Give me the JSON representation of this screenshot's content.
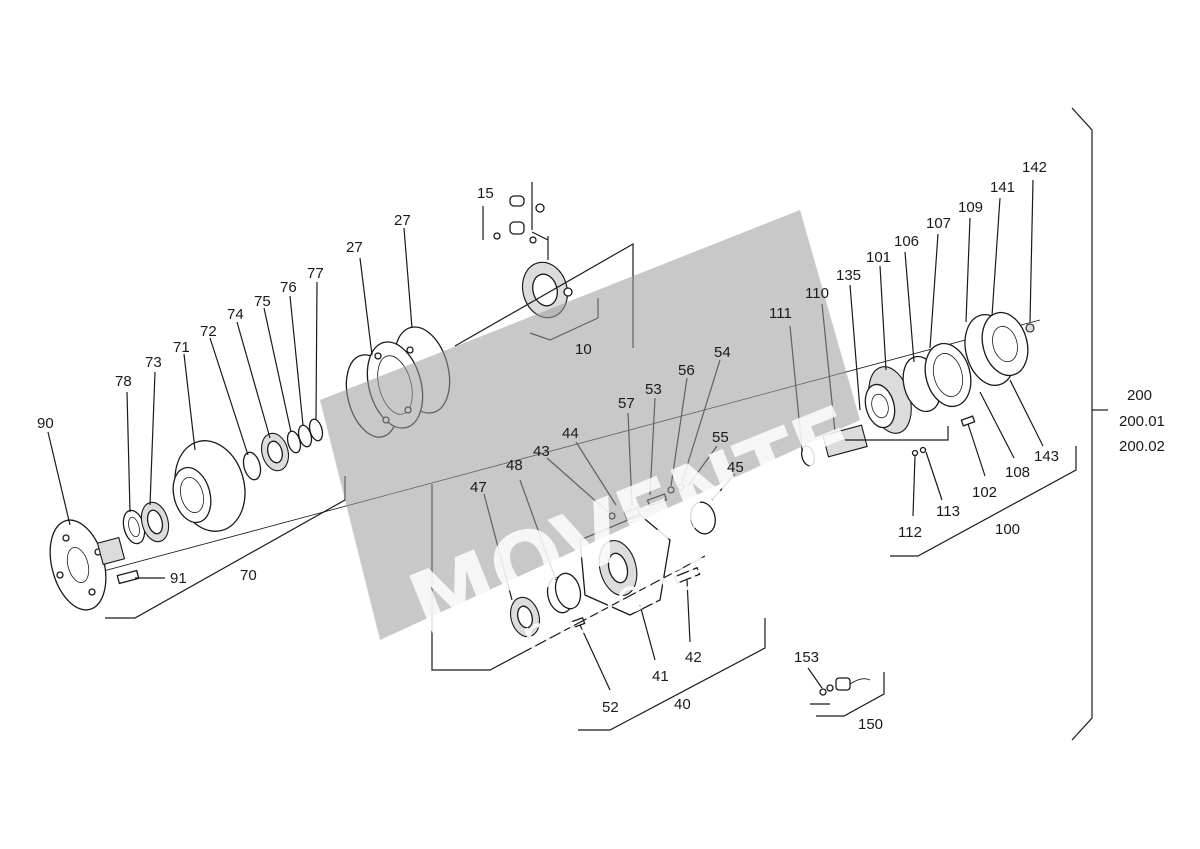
{
  "labels": {
    "l15": "15",
    "l27a": "27",
    "l27b": "27",
    "l10": "10",
    "l77": "77",
    "l76": "76",
    "l75": "75",
    "l74": "74",
    "l72": "72",
    "l71": "71",
    "l73": "73",
    "l78": "78",
    "l90": "90",
    "l91": "91",
    "l70": "70",
    "l44": "44",
    "l43": "43",
    "l48": "48",
    "l47": "47",
    "l57": "57",
    "l53": "53",
    "l56": "56",
    "l54": "54",
    "l55": "55",
    "l45": "45",
    "l42": "42",
    "l41": "41",
    "l52": "52",
    "l40": "40",
    "l142": "142",
    "l141": "141",
    "l109": "109",
    "l107": "107",
    "l106": "106",
    "l101": "101",
    "l135": "135",
    "l110": "110",
    "l111": "111",
    "l102": "102",
    "l108": "108",
    "l143": "143",
    "l113": "113",
    "l112": "112",
    "l100": "100",
    "l153": "153",
    "l150": "150",
    "l200": "200",
    "l20001": "200.01",
    "l20002": "200.02"
  },
  "watermark": {
    "brand": "MOVENTE",
    "site": "movente.ru",
    "color": "#9a9a9a"
  }
}
